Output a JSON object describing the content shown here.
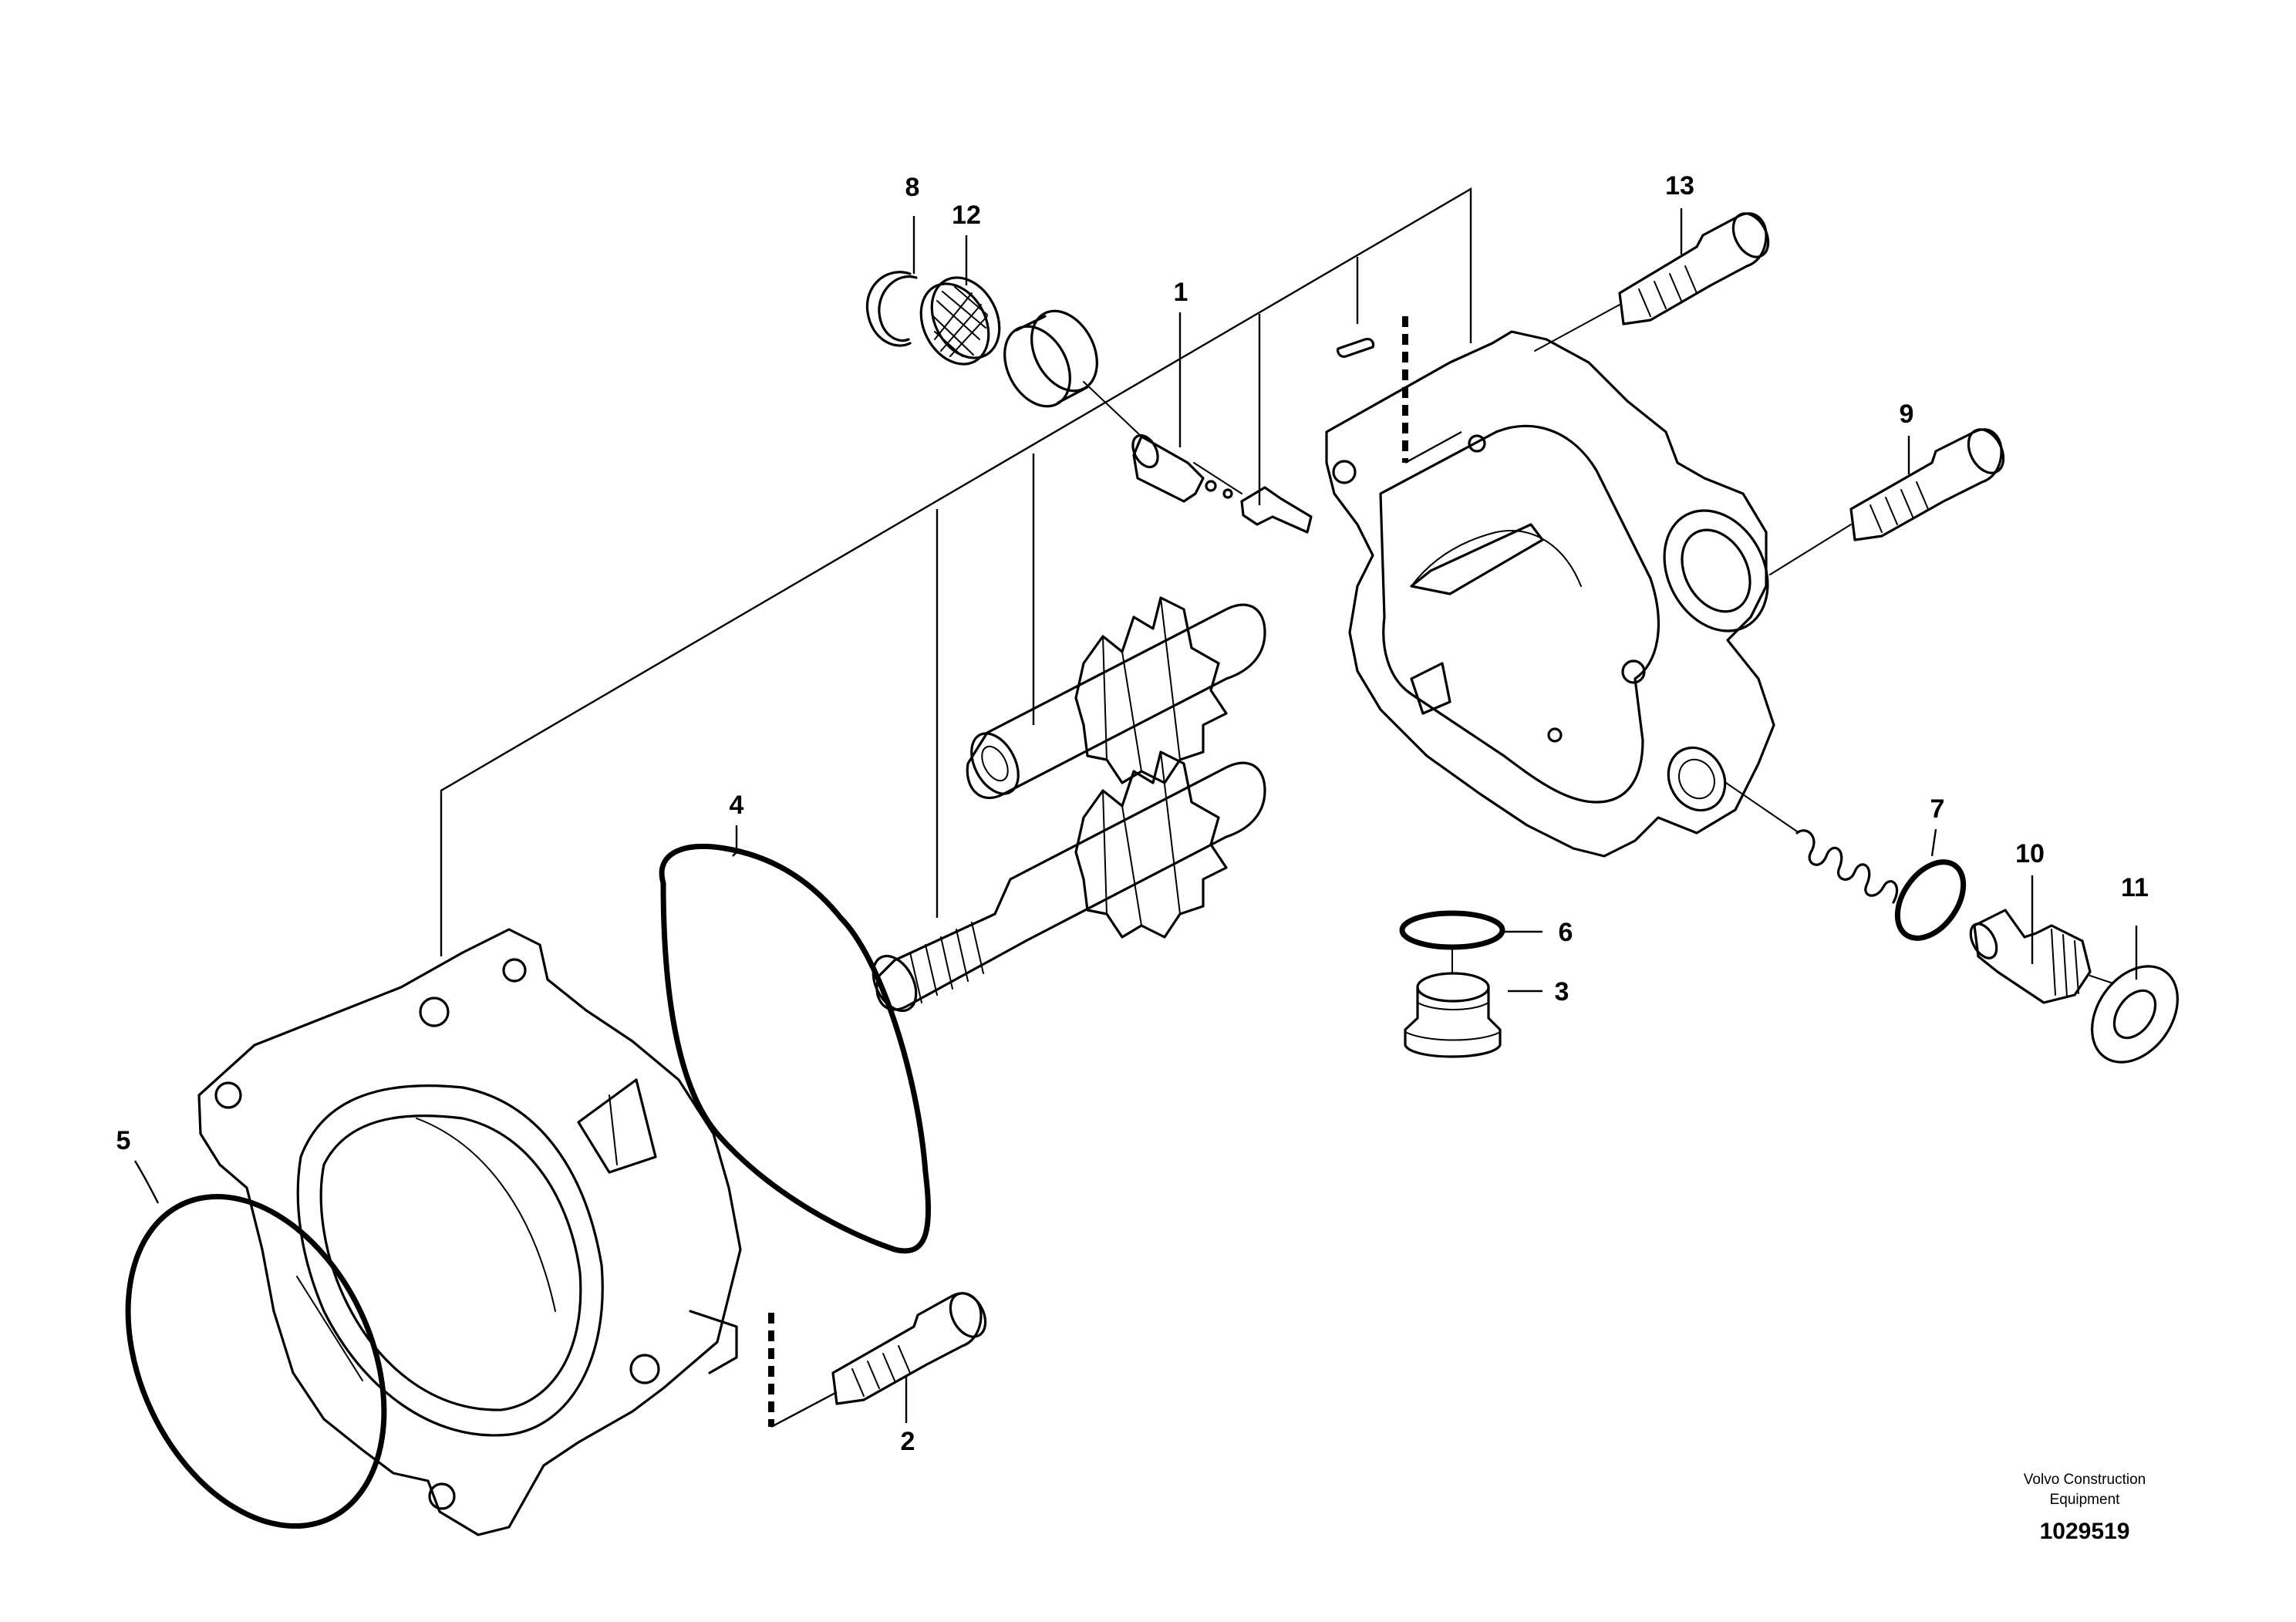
{
  "callouts": {
    "c1": "1",
    "c2": "2",
    "c3": "3",
    "c4": "4",
    "c5": "5",
    "c6": "6",
    "c7": "7",
    "c8": "8",
    "c9": "9",
    "c10": "10",
    "c11": "11",
    "c12": "12",
    "c13": "13"
  },
  "footer": {
    "company_line1": "Volvo Construction",
    "company_line2": "Equipment",
    "document_number": "1029519"
  }
}
